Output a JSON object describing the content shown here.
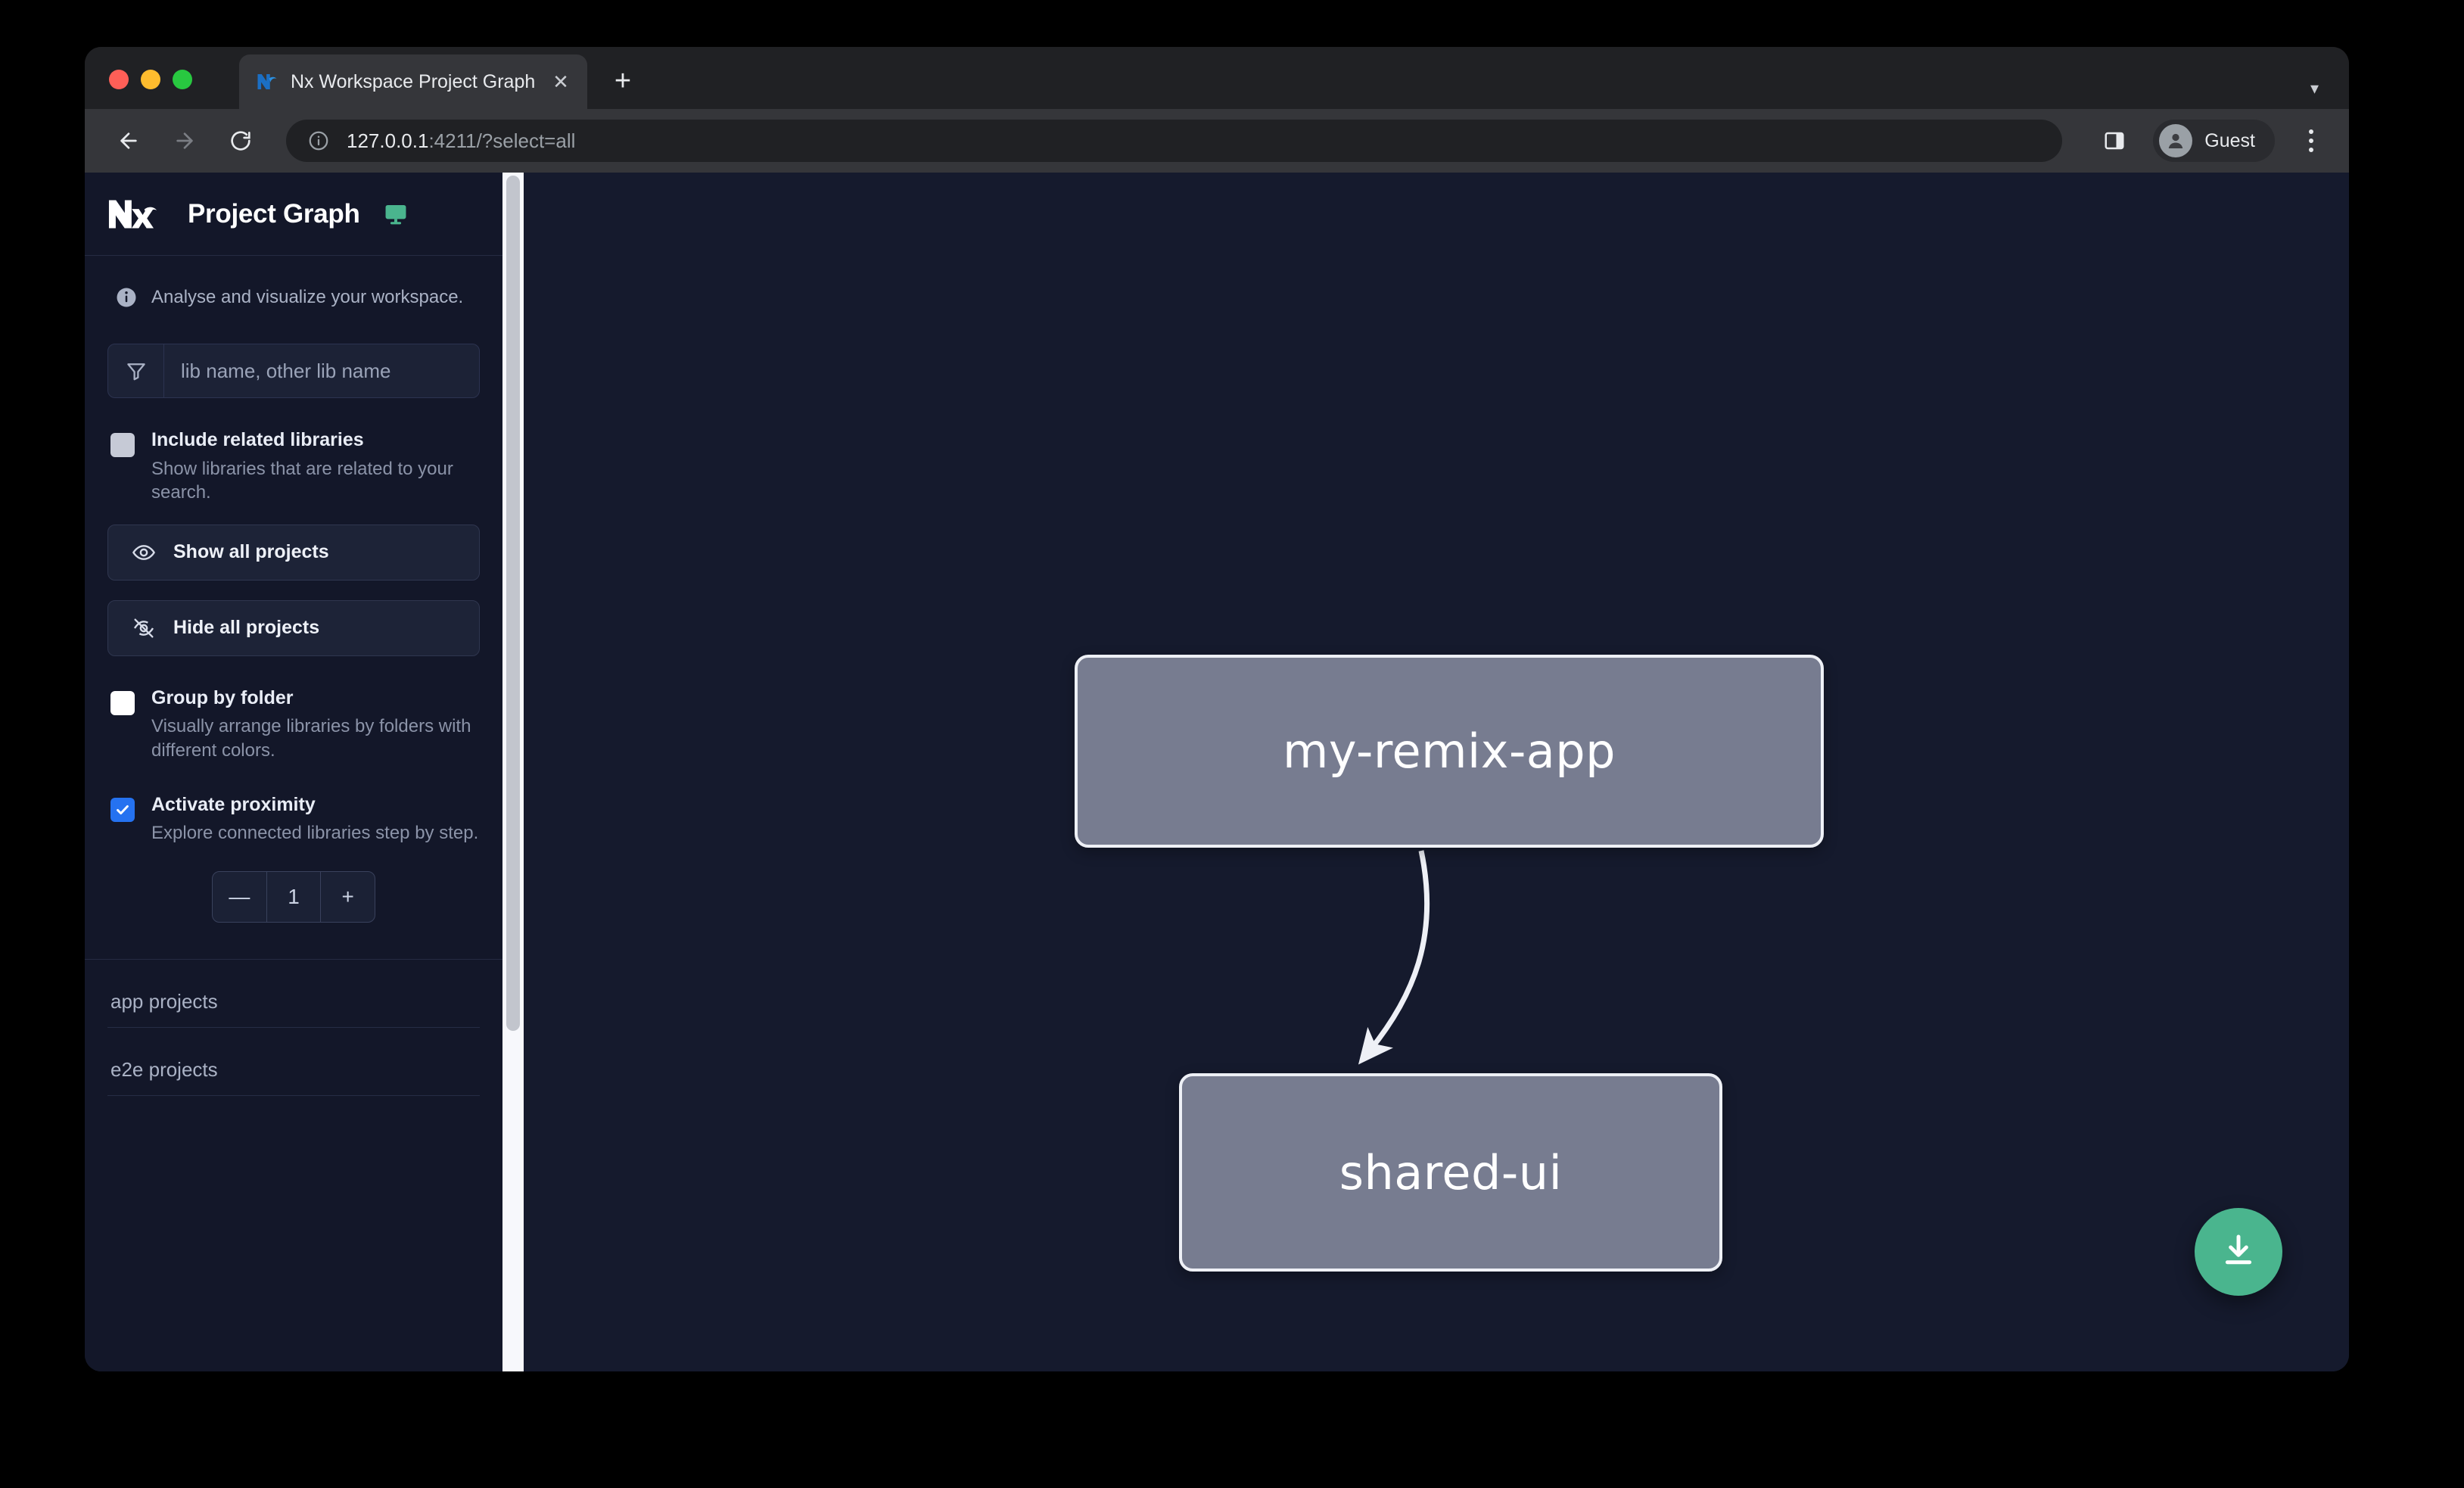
{
  "browser": {
    "tab": {
      "title": "Nx Workspace Project Graph",
      "favicon_icon": "nx-favicon-icon",
      "close_icon": "close-icon"
    },
    "new_tab_label": "+",
    "tabstrip_caret_icon": "chevron-down-icon",
    "toolbar": {
      "back_icon": "arrow-left-icon",
      "forward_icon": "arrow-right-icon",
      "reload_icon": "reload-icon",
      "site_info_icon": "info-circle-icon",
      "url_host": "127.0.0.1",
      "url_rest": ":4211/?select=all",
      "side_panel_icon": "side-panel-icon",
      "profile_name": "Guest",
      "avatar_icon": "user-avatar-icon",
      "menu_icon": "kebab-menu-icon"
    },
    "traffic_lights": [
      "close",
      "minimize",
      "maximize"
    ]
  },
  "sidebar": {
    "logo_icon": "nx-logo-icon",
    "title": "Project Graph",
    "monitor_icon": "monitor-icon",
    "tagline_icon": "info-icon",
    "tagline": "Analyse and visualize your workspace.",
    "filter": {
      "icon": "filter-funnel-icon",
      "placeholder": "lib name, other lib name",
      "value": ""
    },
    "options": [
      {
        "label": "Include related libraries",
        "desc": "Show libraries that are related to your search.",
        "checked": false,
        "style": "grey"
      },
      {
        "label": "Group by folder",
        "desc": "Visually arrange libraries by folders with different colors.",
        "checked": false,
        "style": "white"
      },
      {
        "label": "Activate proximity",
        "desc": "Explore connected libraries step by step.",
        "checked": true,
        "style": "blue"
      }
    ],
    "buttons": [
      {
        "label": "Show all projects",
        "icon": "eye-icon"
      },
      {
        "label": "Hide all projects",
        "icon": "eye-slash-icon"
      }
    ],
    "stepper": {
      "decrement_label": "—",
      "value": "1",
      "increment_label": "+"
    },
    "groups": [
      {
        "label": "app projects"
      },
      {
        "label": "e2e projects"
      }
    ]
  },
  "graph": {
    "nodes": [
      {
        "id": "my-remix-app",
        "label": "my-remix-app"
      },
      {
        "id": "shared-ui",
        "label": "shared-ui"
      }
    ],
    "edges": [
      {
        "from": "my-remix-app",
        "to": "shared-ui"
      }
    ],
    "download_button": {
      "icon": "download-icon",
      "color": "#4ab58e"
    }
  },
  "colors": {
    "accent_green": "#4ab58e",
    "checkbox_blue": "#2572f0",
    "canvas_bg": "#151a2d",
    "sidebar_bg": "#131729",
    "node_fill": "#777c90",
    "node_border": "#eef0f6"
  }
}
